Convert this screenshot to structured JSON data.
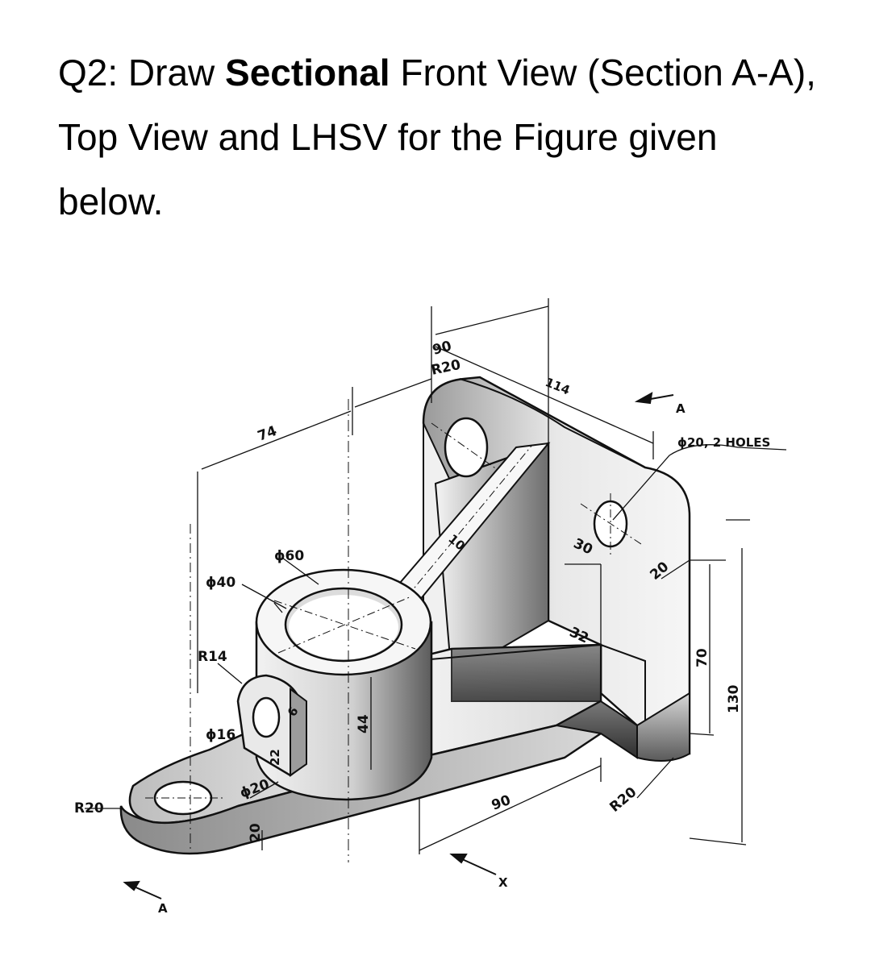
{
  "question": {
    "prefix": "Q2: Draw ",
    "emphasis": "Sectional",
    "suffix": " Front View (Section A-A), Top View and LHSV for the Figure given below."
  },
  "figure": {
    "dimensions": {
      "d74": "74",
      "d90_top": "90",
      "r20_top": "R20",
      "d114": "114",
      "section_a_top": "A",
      "holes": "ϕ20, 2 HOLES",
      "d60": "ϕ60",
      "d40": "ϕ40",
      "r14": "R14",
      "d16": "ϕ16",
      "d10": "10",
      "d30": "30",
      "d20_side": "20",
      "d32": "32",
      "d70": "70",
      "d130": "130",
      "d44": "44",
      "d22": "22",
      "d6": "6",
      "d20_hole": "ϕ20",
      "d20_base": "20",
      "r20_left": "R20",
      "d90_bottom": "90",
      "r20_right": "R20",
      "section_a_bottom": "A",
      "view_x": "X"
    }
  }
}
